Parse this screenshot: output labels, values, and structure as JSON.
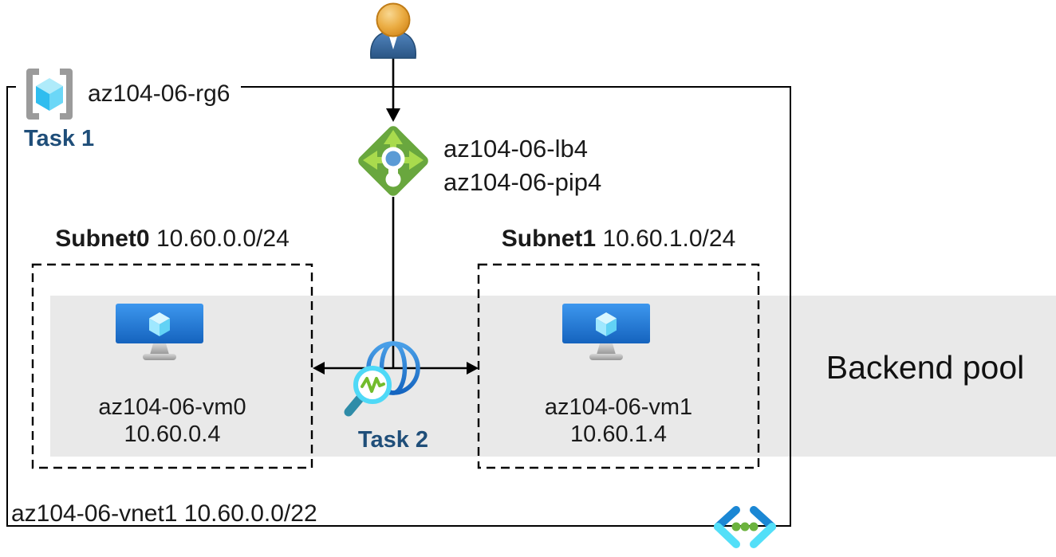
{
  "resource_group": {
    "name": "az104-06-rg6"
  },
  "tasks": {
    "task1": "Task 1",
    "task2": "Task 2"
  },
  "load_balancer": {
    "name": "az104-06-lb4",
    "public_ip_name": "az104-06-pip4"
  },
  "subnets": [
    {
      "name": "Subnet0",
      "cidr": "10.60.0.0/24",
      "vm": {
        "name": "az104-06-vm0",
        "ip": "10.60.0.4"
      }
    },
    {
      "name": "Subnet1",
      "cidr": "10.60.1.0/24",
      "vm": {
        "name": "az104-06-vm1",
        "ip": "10.60.1.4"
      }
    }
  ],
  "backend_pool": {
    "label": "Backend pool"
  },
  "vnet": {
    "label": "az104-06-vnet1 10.60.0.0/22"
  },
  "icons": [
    "user-icon",
    "resource-group-icon",
    "load-balancer-icon",
    "virtual-machine-icon",
    "globe-magnifier-icon",
    "virtual-network-icon"
  ],
  "colors": {
    "task_text": "#1F4E79",
    "backend_band": "#E9E9E9",
    "lb_green": "#69A73E",
    "lb_arrow_green": "#A9DB4D",
    "vm_screen_blue": "#1E6FD0",
    "cube_cyan": "#33BDEF",
    "globe_blue": "#2E79CC",
    "magnifier_cyan": "#4FD9F7",
    "pulse_green": "#72BC2C",
    "vnet_chevron_dark": "#1B87D4",
    "vnet_chevron_light": "#53DFF8",
    "vnet_dot_green": "#6CB33E",
    "person_head_orange": "#E5A032",
    "person_body_blue": "#3A6FA5",
    "line_black": "#000000"
  }
}
